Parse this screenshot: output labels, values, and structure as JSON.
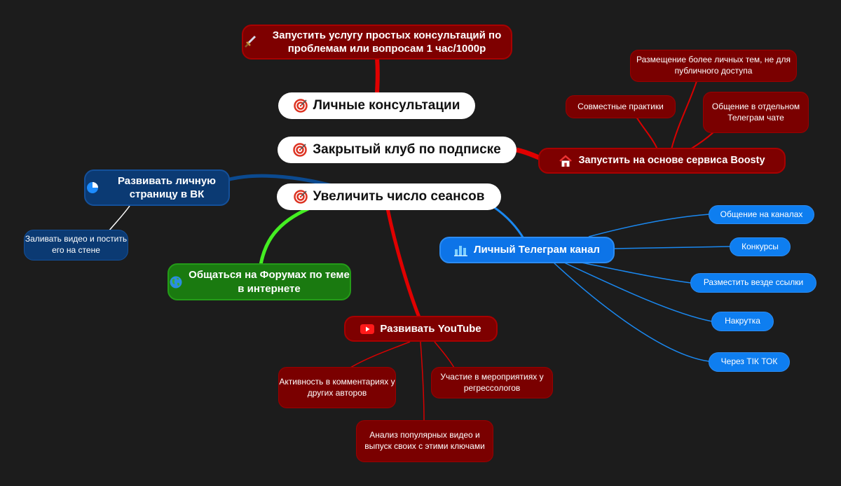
{
  "colors": {
    "background": "#1c1c1c",
    "red_branch": "#e00000",
    "blue_branch": "#1a88f0",
    "navy_branch": "#0b4a90",
    "green_branch": "#44ee22"
  },
  "roots": {
    "consultations": {
      "label": "Личные консультации",
      "icon": "target-icon"
    },
    "club": {
      "label": "Закрытый клуб по подписке",
      "icon": "target-icon"
    },
    "sessions": {
      "label": "Увеличить число сеансов",
      "icon": "target-icon"
    }
  },
  "consult_service": {
    "label": "Запустить услугу простых консультаций по проблемам или вопросам 1 час/1000р",
    "icon": "sword-icon"
  },
  "boosty": {
    "label": "Запустить на основе сервиса Boosty",
    "icon": "house-icon",
    "children": [
      "Совместные практики",
      "Размещение более личных тем, не для публичного доступа",
      "Общение в отдельном Телеграм чате"
    ]
  },
  "vk": {
    "label": "Развивать личную страницу в ВК",
    "icon": "pie-chart-icon",
    "children": [
      "Заливать видео и постить его на стене"
    ]
  },
  "forums": {
    "label": "Общаться на Форумах по теме в интернете",
    "icon": "globe-icon"
  },
  "youtube": {
    "label": "Развивать YouTube",
    "icon": "youtube-icon",
    "children": [
      "Активность в комментариях у других авторов",
      "Участие в мероприятиях у регрессологов",
      "Анализ популярных видео и выпуск своих с этими ключами"
    ]
  },
  "telegram": {
    "label": "Личный Телеграм канал",
    "icon": "bar-chart-icon",
    "children": [
      "Общение на каналах",
      "Конкурсы",
      "Разместить везде ссылки",
      "Накрутка",
      "Через ТІК ТОК"
    ]
  }
}
